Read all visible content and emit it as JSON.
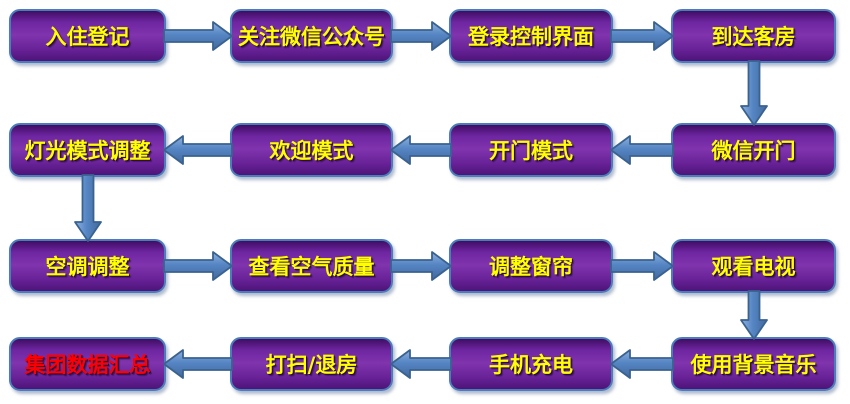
{
  "background": "#ffffff",
  "colors": {
    "box_border": "#4a7ebb",
    "box_gradient_top": "#3f0d63",
    "box_gradient_mid": "#8034ad",
    "box_gradient_bottom": "#4d1478",
    "arrow_fill_light": "#8fb2de",
    "arrow_fill_mid": "#5585c4",
    "arrow_fill_dark": "#42699c",
    "arrow_border": "#3a628f",
    "label_color": "#ffff00",
    "highlight_label_color": "#ff0000"
  },
  "flow": {
    "nodes": [
      {
        "name": "check-in-registration",
        "label": "入住登记",
        "row": 0,
        "col": 0,
        "highlight": false
      },
      {
        "name": "follow-wechat-account",
        "label": "关注微信公众号",
        "row": 0,
        "col": 1,
        "highlight": false
      },
      {
        "name": "login-control-interface",
        "label": "登录控制界面",
        "row": 0,
        "col": 2,
        "highlight": false
      },
      {
        "name": "arrive-guest-room",
        "label": "到达客房",
        "row": 0,
        "col": 3,
        "highlight": false
      },
      {
        "name": "wechat-door-open",
        "label": "微信开门",
        "row": 1,
        "col": 3,
        "highlight": false
      },
      {
        "name": "door-open-mode",
        "label": "开门模式",
        "row": 1,
        "col": 2,
        "highlight": false
      },
      {
        "name": "welcome-mode",
        "label": "欢迎模式",
        "row": 1,
        "col": 1,
        "highlight": false
      },
      {
        "name": "light-mode-adjust",
        "label": "灯光模式调整",
        "row": 1,
        "col": 0,
        "highlight": false
      },
      {
        "name": "ac-adjust",
        "label": "空调调整",
        "row": 2,
        "col": 0,
        "highlight": false
      },
      {
        "name": "check-air-quality",
        "label": "查看空气质量",
        "row": 2,
        "col": 1,
        "highlight": false
      },
      {
        "name": "adjust-curtains",
        "label": "调整窗帘",
        "row": 2,
        "col": 2,
        "highlight": false
      },
      {
        "name": "watch-tv",
        "label": "观看电视",
        "row": 2,
        "col": 3,
        "highlight": false
      },
      {
        "name": "use-background-music",
        "label": "使用背景音乐",
        "row": 3,
        "col": 3,
        "highlight": false
      },
      {
        "name": "phone-charging",
        "label": "手机充电",
        "row": 3,
        "col": 2,
        "highlight": false
      },
      {
        "name": "cleaning-checkout",
        "label": "打扫/退房",
        "row": 3,
        "col": 1,
        "highlight": false
      },
      {
        "name": "group-data-summary",
        "label": "集团数据汇总",
        "row": 3,
        "col": 0,
        "highlight": true
      }
    ]
  }
}
